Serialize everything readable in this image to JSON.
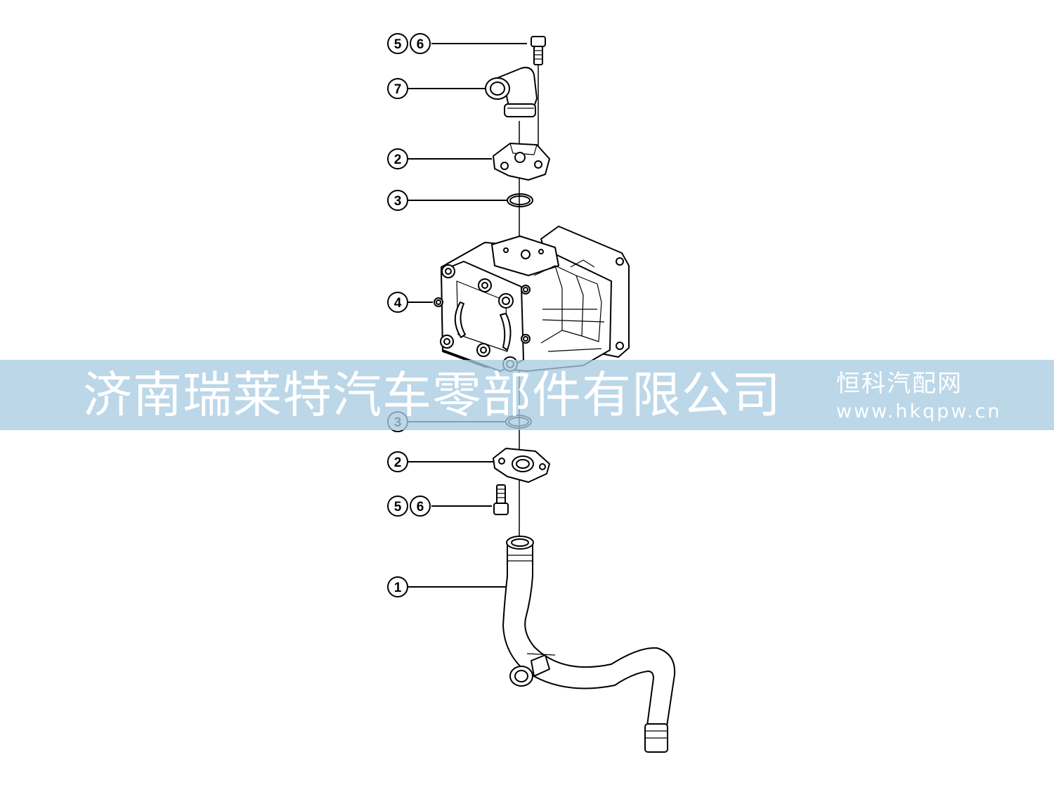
{
  "callouts": [
    {
      "id": "c56-top",
      "labels": [
        "5",
        "6"
      ]
    },
    {
      "id": "c7",
      "labels": [
        "7"
      ]
    },
    {
      "id": "c2-top",
      "labels": [
        "2"
      ]
    },
    {
      "id": "c3-top",
      "labels": [
        "3"
      ]
    },
    {
      "id": "c4",
      "labels": [
        "4"
      ]
    },
    {
      "id": "c3-bottom",
      "labels": [
        "3"
      ]
    },
    {
      "id": "c2-bottom",
      "labels": [
        "2"
      ]
    },
    {
      "id": "c56-bottom",
      "labels": [
        "5",
        "6"
      ]
    },
    {
      "id": "c1",
      "labels": [
        "1"
      ]
    }
  ],
  "watermark": {
    "company": "济南瑞莱特汽车零部件有限公司",
    "brand": "恒科汽配网",
    "url": "www.hkqpw.cn",
    "color": "#a8cce2"
  }
}
